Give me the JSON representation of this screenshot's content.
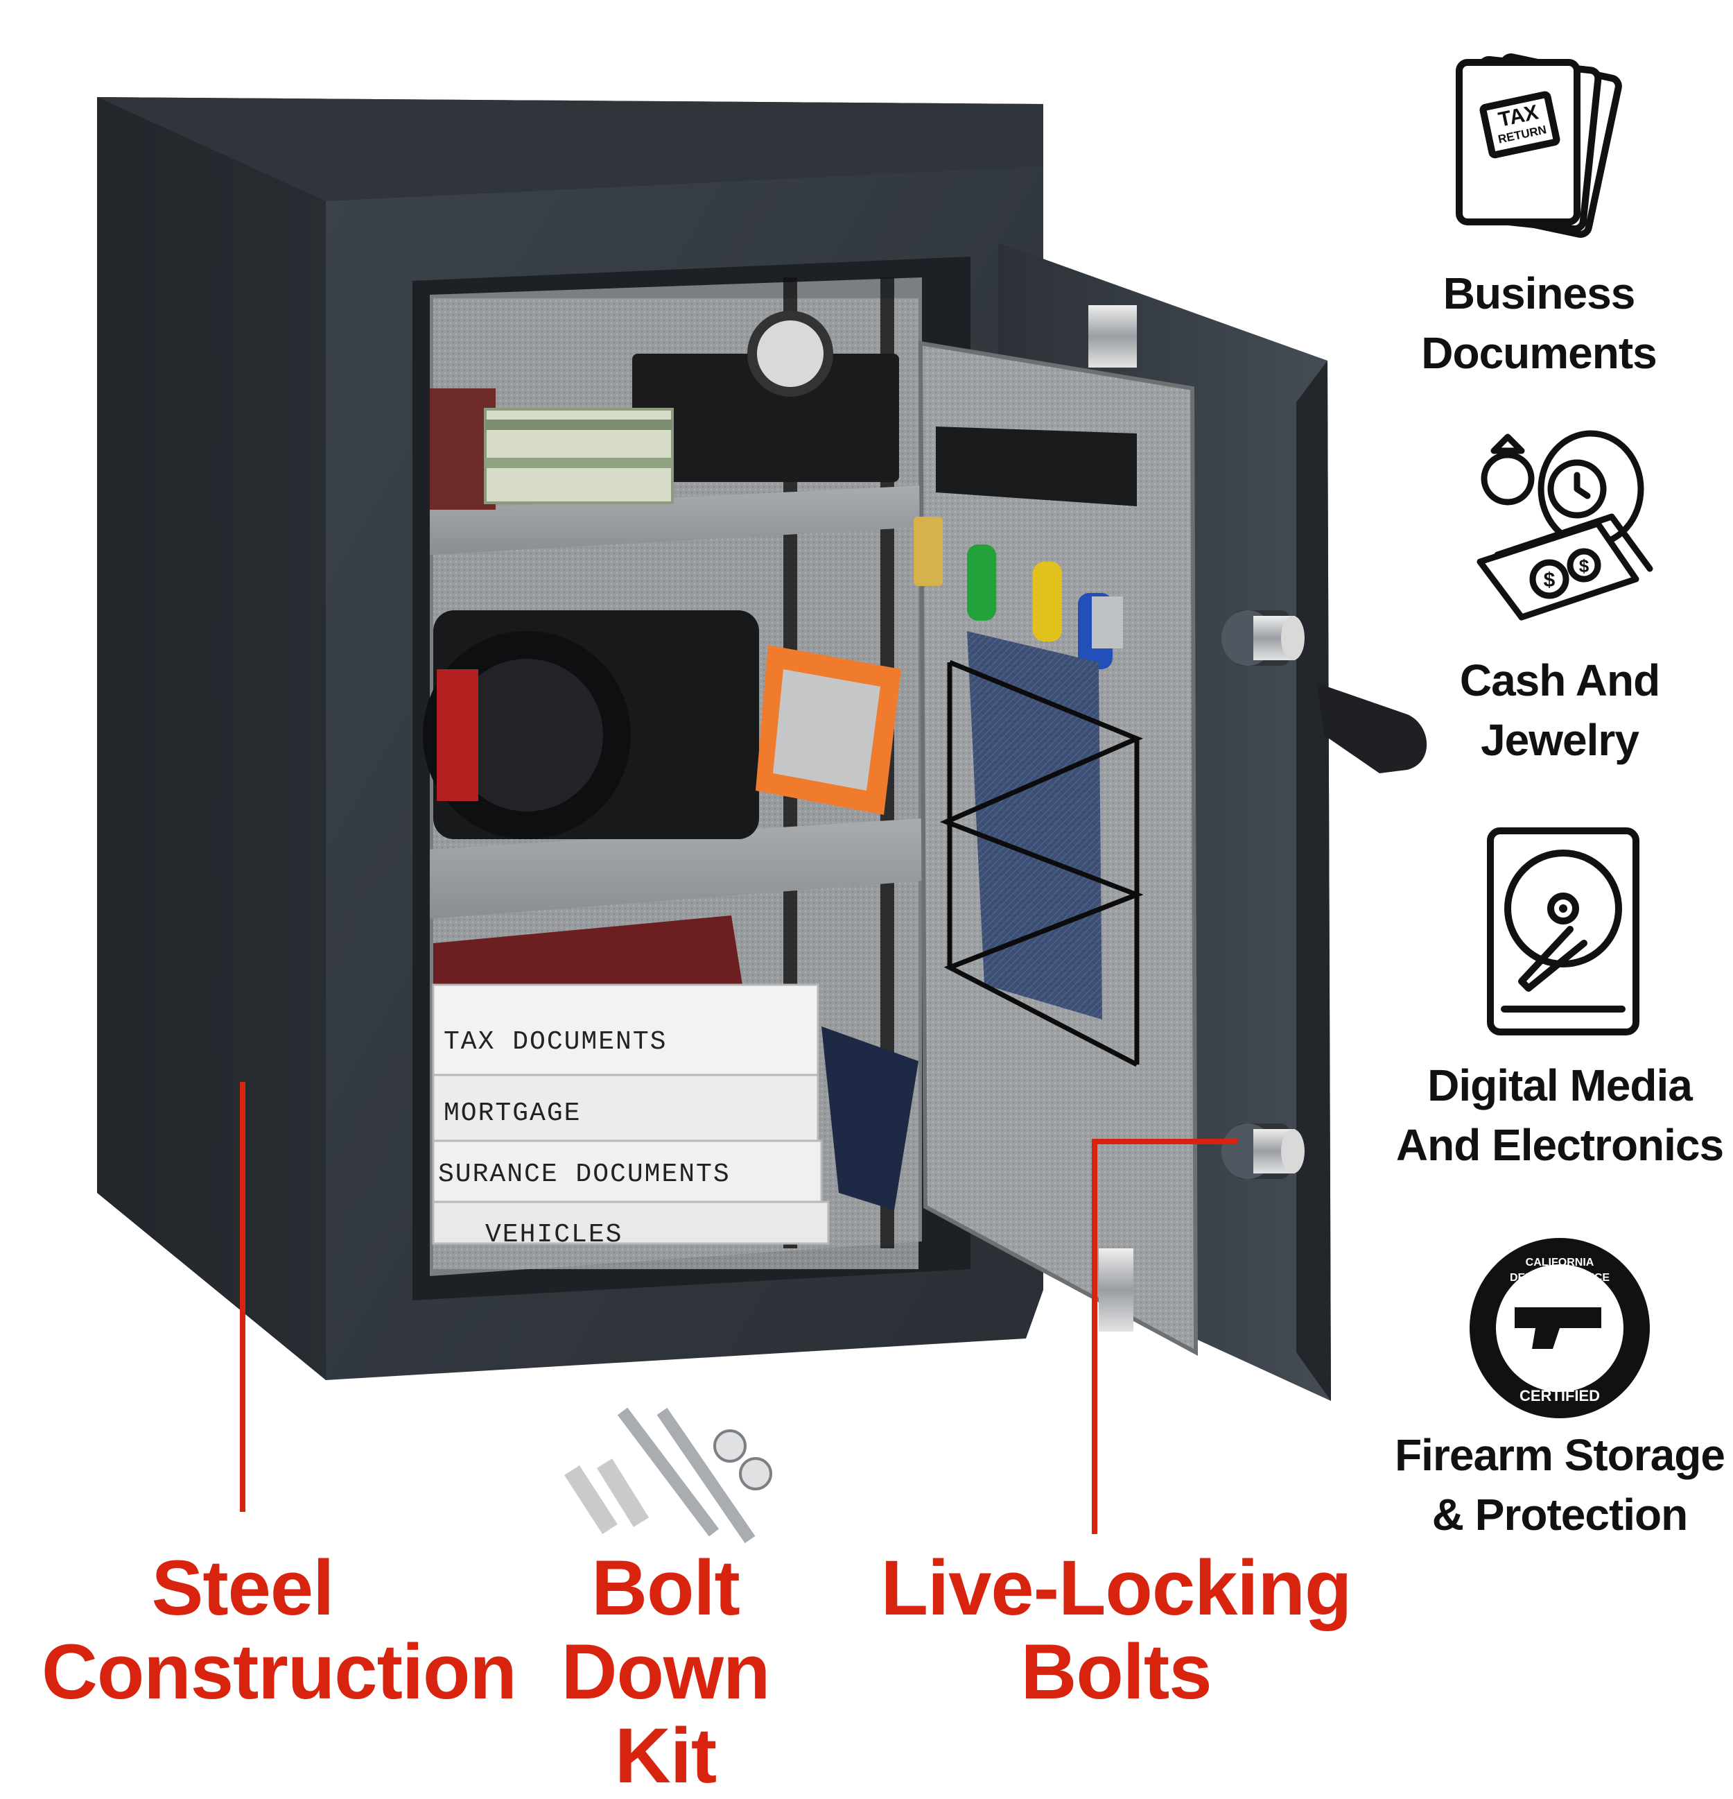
{
  "features_left": {
    "steel": {
      "line1": "Steel",
      "line2": "Construction"
    },
    "bolt_kit": {
      "line1": "Bolt Down",
      "line2": "Kit"
    },
    "live_locking": {
      "line1": "Live-Locking",
      "line2": "Bolts"
    }
  },
  "storage_uses": [
    {
      "icon": "tax-document-icon",
      "line1": "Business",
      "line2": "Documents"
    },
    {
      "icon": "cash-jewelry-icon",
      "line1": "Cash And",
      "line2": "Jewelry"
    },
    {
      "icon": "hard-drive-icon",
      "line1": "Digital Media",
      "line2": "And Electronics"
    },
    {
      "icon": "certified-badge-icon",
      "line1": "Firearm Storage",
      "line2": "& Protection"
    }
  ],
  "tax_icon_text": {
    "line1": "TAX",
    "line2": "RETURN"
  },
  "badge": {
    "top_line1": "CALIFORNIA",
    "top_line2": "DEPT. OF JUSTICE",
    "bottom": "CERTIFIED"
  },
  "binders": [
    "TAX DOCUMENTS",
    "MORTGAGE",
    "SURANCE DOCUMENTS",
    "VEHICLES"
  ],
  "colors": {
    "accent_red": "#d8240f",
    "safe_body": "#2b3036",
    "carpet": "#9fa2a5"
  }
}
